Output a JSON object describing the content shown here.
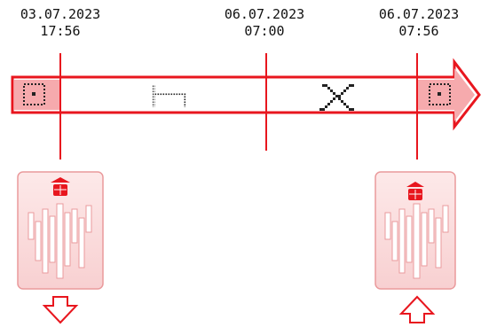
{
  "timeline": {
    "markers": [
      {
        "date": "03.07.2023",
        "time": "17:56"
      },
      {
        "date": "06.07.2023",
        "time": "07:00"
      },
      {
        "date": "06.07.2023",
        "time": "07:56"
      }
    ],
    "segments": [
      {
        "icon": "square-dotted-icon",
        "state": "highlighted"
      },
      {
        "icon": "bed-icon",
        "state": "normal"
      },
      {
        "icon": "crossed-tools-icon",
        "state": "normal"
      },
      {
        "icon": "square-dotted-icon",
        "state": "highlighted"
      }
    ],
    "events": [
      {
        "icon": "card-reader-icon",
        "direction": "out",
        "arrow_icon": "arrow-down-icon"
      },
      {
        "icon": "card-reader-icon",
        "direction": "in",
        "arrow_icon": "arrow-up-icon"
      }
    ],
    "colors": {
      "accent": "#e8161e",
      "highlight_fill": "#f6aaad",
      "card_fill": "#fbe3e3",
      "text": "#111111"
    }
  }
}
